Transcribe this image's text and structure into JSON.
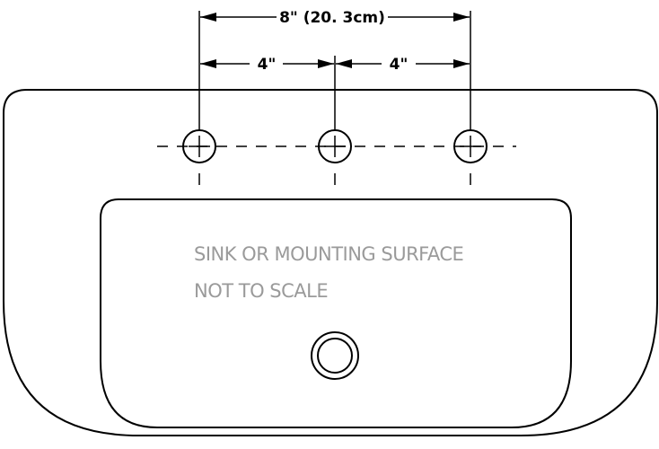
{
  "dimensions": {
    "overall_label": "8\" (20. 3cm)",
    "left_span_label": "4\"",
    "right_span_label": "4\""
  },
  "note": {
    "line1": "SINK OR MOUNTING SURFACE",
    "line2": "NOT TO SCALE"
  },
  "colors": {
    "line": "#000000",
    "note_text": "#9a9a9a",
    "background": "#ffffff"
  }
}
